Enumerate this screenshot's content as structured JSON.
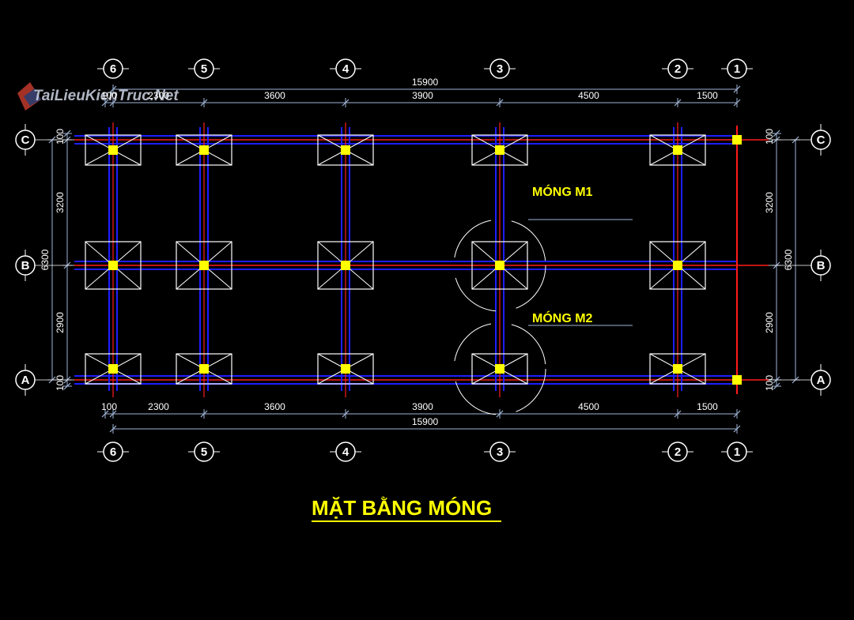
{
  "watermark": {
    "text": "TaiLieuKienTruc.Net"
  },
  "title": "MẶT BẰNG MÓNG",
  "labels": {
    "m1": "MÓNG M1",
    "m2": "MÓNG M2"
  },
  "axes_x": [
    "6",
    "5",
    "4",
    "3",
    "2",
    "1"
  ],
  "axes_y": [
    "C",
    "B",
    "A"
  ],
  "dims_x": {
    "overall": "15900",
    "segments": [
      "100",
      "2300",
      "3600",
      "3900",
      "4500",
      "1500"
    ]
  },
  "dims_y": {
    "overall": "6300",
    "segments": [
      "100",
      "3200",
      "2900",
      "100"
    ]
  },
  "colors": {
    "background": "#000000",
    "beam_blue": "#1e1eff",
    "axis_red": "#ff1a1a",
    "column_yellow": "#ffff00",
    "footing_white": "#ffffff",
    "dim_line": "#9fb4d6",
    "text_yellow": "#ffff00"
  }
}
